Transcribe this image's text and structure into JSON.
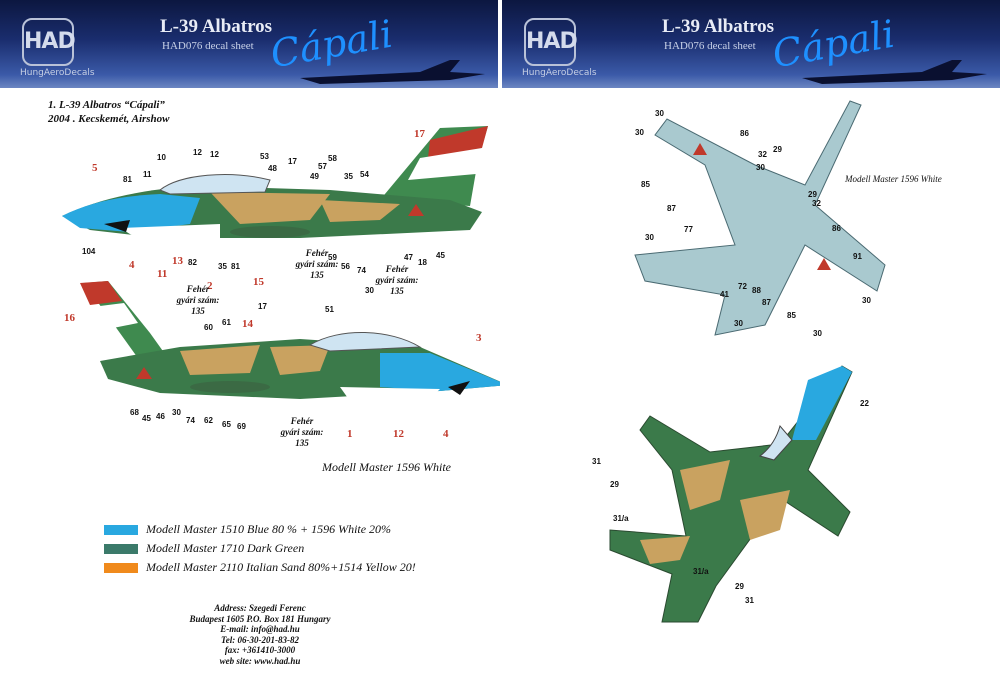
{
  "header": {
    "logo_text": "HAD",
    "logo_sub": "HungAeroDecals",
    "title": "L-39 Albatros",
    "sheet": "HAD076 decal sheet",
    "script": "Cápali"
  },
  "caption": {
    "line1": "1. L-39 Albatros “Cápali”",
    "line2": "2004 . Kecskemét, Airshow"
  },
  "top_profile_labels": {
    "n10": "10",
    "n11": "11",
    "n12a": "12",
    "n12b": "12",
    "n53": "53",
    "n48": "48",
    "n17": "17",
    "n49": "49",
    "n57": "57",
    "n58": "58",
    "n35": "35",
    "n54": "54",
    "n81": "81",
    "n104": "104",
    "n82": "82",
    "n35b": "35",
    "n81b": "81",
    "n59": "59",
    "n56": "56",
    "n74": "74",
    "n47": "47",
    "n18": "18",
    "n45": "45",
    "n30": "30",
    "r5": "5",
    "r17": "17",
    "r4": "4",
    "r11": "11",
    "r13": "13",
    "r2": "2",
    "r15": "15"
  },
  "top_notes": {
    "feher1": "Fehér",
    "gyari1": "gyári szám:",
    "num1": "135",
    "feher2": "Fehér",
    "gyari2": "gyári szám:",
    "num2": "135",
    "feher3": "Fehér",
    "gyari3": "gyári szám:",
    "num3": "135"
  },
  "bottom_profile_labels": {
    "n17": "17",
    "n51": "51",
    "n60": "60",
    "n61": "61",
    "n68": "68",
    "n45": "45",
    "n46": "46",
    "n30": "30",
    "n74": "74",
    "n62": "62",
    "n65": "65",
    "n69": "69",
    "r16": "16",
    "r14": "14",
    "r3": "3",
    "r1": "1",
    "r12": "12",
    "r4": "4"
  },
  "bottom_notes": {
    "feher": "Fehér",
    "gyari": "gyári szám:",
    "num": "135"
  },
  "model_note_side": "Modell Master 1596 White",
  "model_note_top": "Modell Master 1596 White",
  "plan_labels": {
    "a30": "30",
    "b30": "30",
    "a86": "86",
    "a85": "85",
    "a32": "32",
    "a29": "29",
    "b30b": "30",
    "a87": "87",
    "b29": "29",
    "b32": "32",
    "a77": "77",
    "c30": "30",
    "b86": "86",
    "a91": "91",
    "a41": "41",
    "a72": "72",
    "a88": "88",
    "b87": "87",
    "b85": "85",
    "d30": "30",
    "e30": "30",
    "f30": "30"
  },
  "camo_labels": {
    "a22": "22",
    "a31": "31",
    "a29": "29",
    "a31a": "31/a",
    "b31a": "31/a",
    "b29": "29",
    "b31": "31"
  },
  "legend": [
    {
      "color": "#29a8e0",
      "text": "Modell Master 1510 Blue 80 % + 1596 White 20%"
    },
    {
      "color": "#3b7a6a",
      "text": "Modell Master 1710 Dark Green"
    },
    {
      "color": "#f08a1c",
      "text": "Modell Master 2110 Italian Sand 80%+1514 Yellow 20!"
    }
  ],
  "address": [
    "Address: Szegedi Ferenc",
    "Budapest 1605 P.O. Box 181 Hungary",
    "E-mail: info@had.hu",
    "Tel: 06-30-201-83-82",
    "fax: +361410-3000",
    "web site: www.had.hu"
  ],
  "colors": {
    "blue": "#29a8e0",
    "green": "#3b7a6a",
    "sand": "#c9a260",
    "plan_grey": "#a9c9cf"
  }
}
